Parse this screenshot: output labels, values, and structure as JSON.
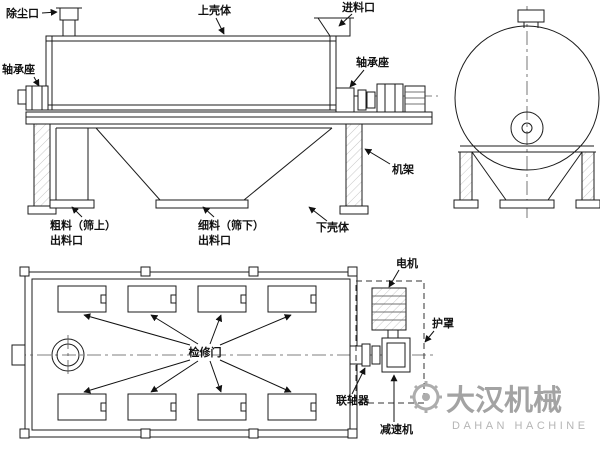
{
  "side_view": {
    "dust_port": "除尘口",
    "upper_casing": "上壳体",
    "feed_inlet": "进料口",
    "bearing_left": "轴承座",
    "bearing_right": "轴承座",
    "frame": "机架",
    "coarse_outlet_line1": "粗料（筛上）",
    "coarse_outlet_line2": "出料口",
    "fine_outlet_line1": "细料（筛下）",
    "fine_outlet_line2": "出料口",
    "lower_casing": "下壳体"
  },
  "top_view": {
    "motor": "电机",
    "cover": "护罩",
    "inspection_door": "检修门",
    "coupling": "联轴器",
    "reducer": "减速机"
  },
  "watermark": {
    "brand_cn": "大汉机械",
    "brand_en": "DAHAN HACHINE"
  }
}
